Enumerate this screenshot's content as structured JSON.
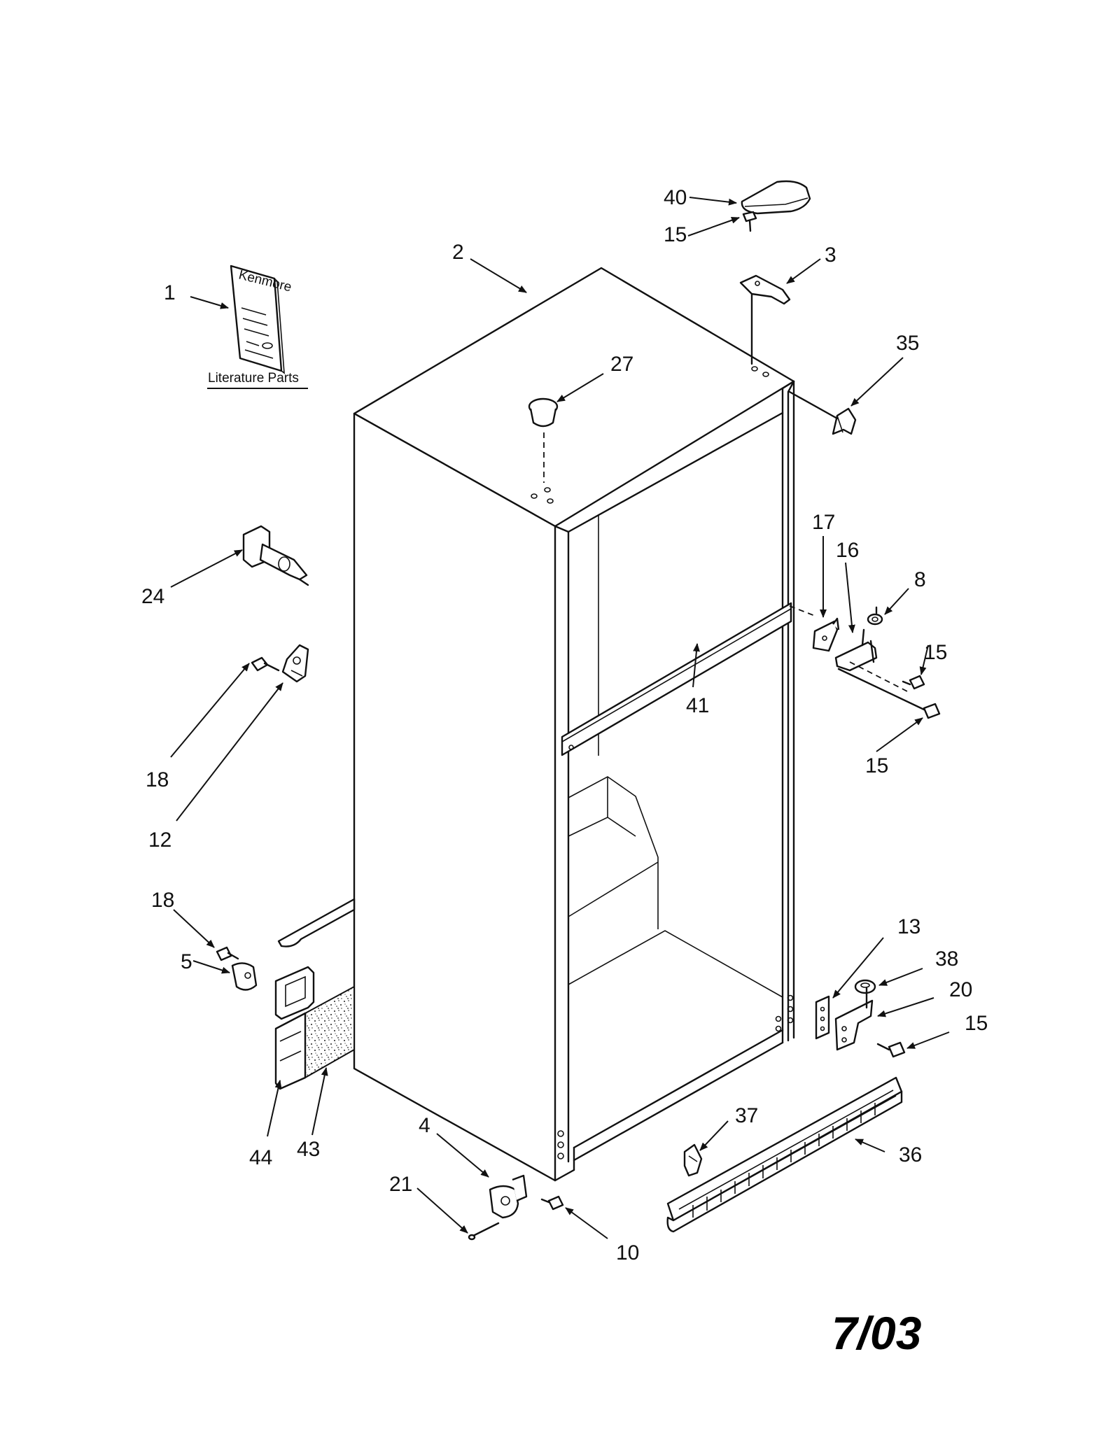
{
  "callouts": {
    "c1": "1",
    "c2": "2",
    "c3": "3",
    "c4": "4",
    "c5": "5",
    "c8": "8",
    "c10": "10",
    "c12": "12",
    "c13": "13",
    "c15a": "15",
    "c15b": "15",
    "c15c": "15",
    "c15d": "15",
    "c16": "16",
    "c17": "17",
    "c18a": "18",
    "c18b": "18",
    "c20": "20",
    "c21": "21",
    "c24": "24",
    "c27": "27",
    "c35": "35",
    "c36": "36",
    "c37": "37",
    "c38": "38",
    "c40": "40",
    "c41": "41",
    "c43": "43",
    "c44": "44"
  },
  "literature_label": "Literature Parts",
  "booklet_brand": "Kenmore",
  "date_mark": "7/03",
  "colors": {
    "ink": "#111111",
    "background": "#ffffff"
  }
}
